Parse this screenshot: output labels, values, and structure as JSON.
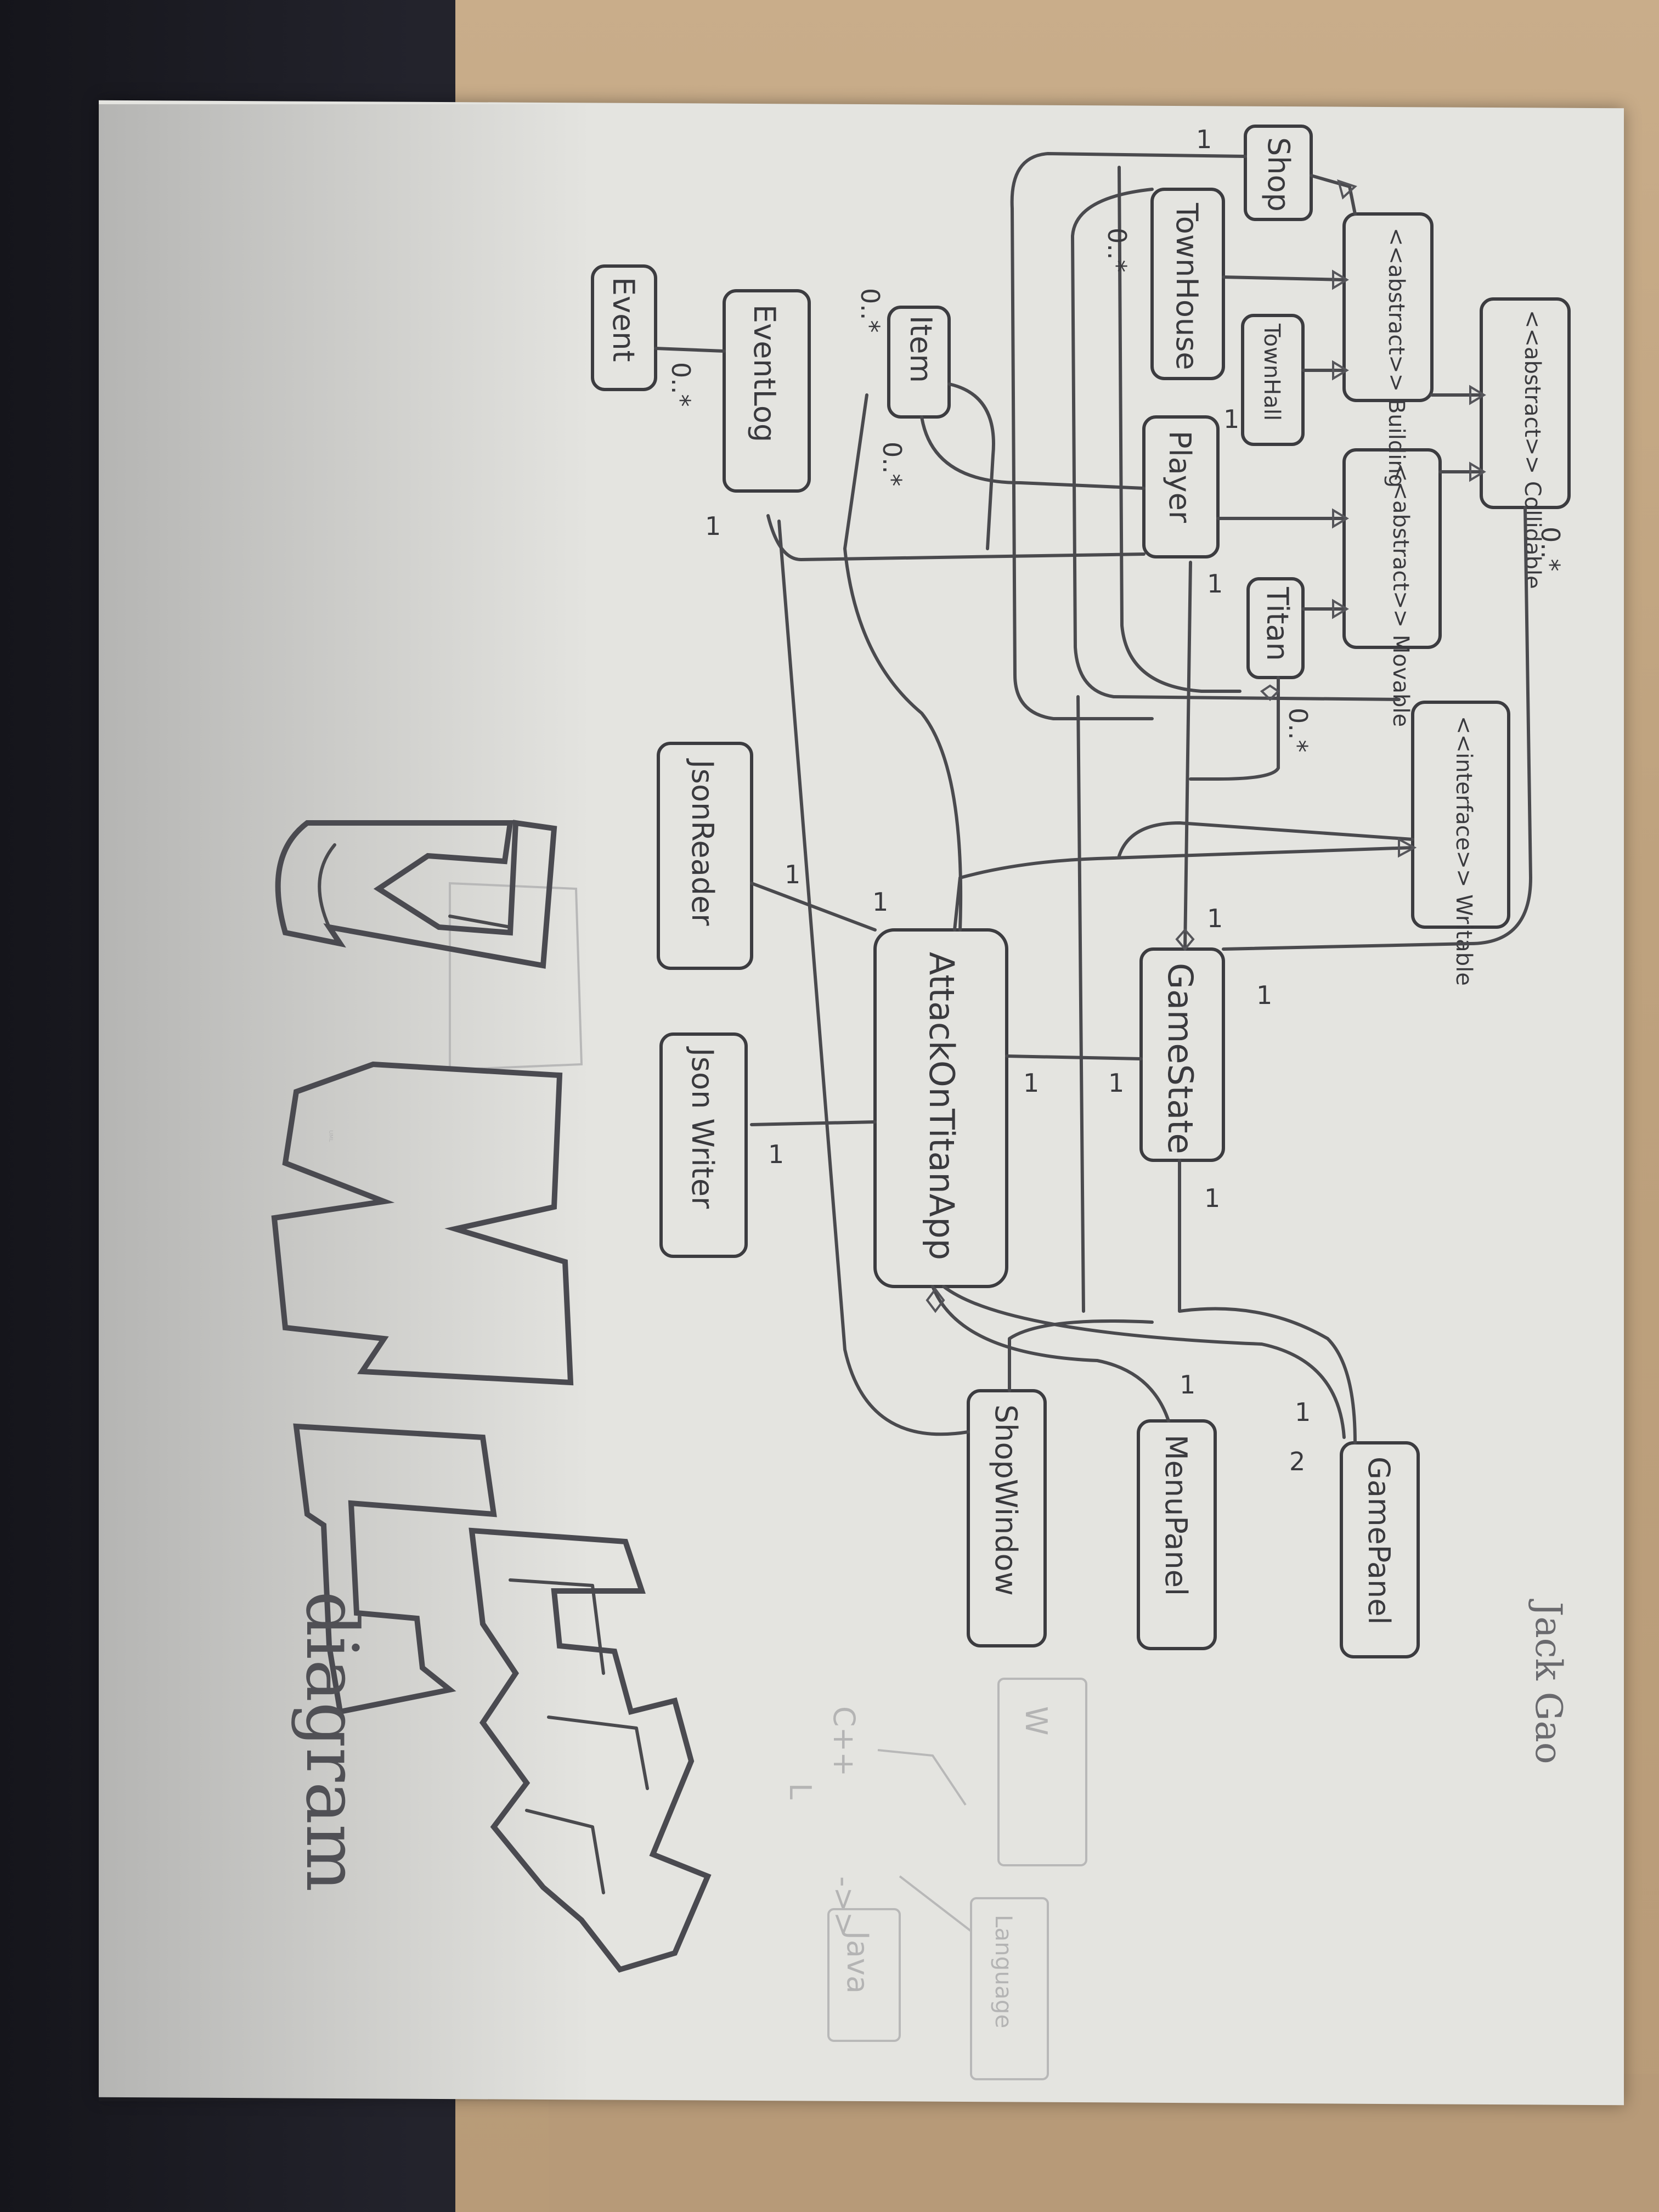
{
  "classes": {
    "shop": "Shop",
    "building": "<<abstract>> Building",
    "collidable": "<<abstract>> Collidable",
    "townhouse": "TownHouse",
    "townhall": "TownHall",
    "item": "Item",
    "eventlog": "EventLog",
    "event": "Event",
    "player": "Player",
    "movable": "<<abstract>> Movable",
    "titan": "Titan",
    "writable": "<<interface>> Writable",
    "jsonreader": "JsonReader",
    "jsonwriter": "Json Writer",
    "app": "AttackOnTitanApp",
    "gamestate": "GameState",
    "shopwindow": "ShopWindow",
    "menupanel": "MenuPanel",
    "gamepanel": "GamePanel"
  },
  "multiplicities": {
    "shop_1": "1",
    "townhouse_many": "0..*",
    "item_many": "0..*",
    "item_many_b": "0..*",
    "event_many": "0..*",
    "eventlog_1": "1",
    "townhall_1": "1",
    "player_1": "1",
    "collidable_many": "0..*",
    "titan_many": "0..*",
    "gamestate_1a": "1",
    "gamestate_1b": "1",
    "gamestate_1c": "1",
    "gamestate_1d": "1",
    "app_1a": "1",
    "app_1b": "1",
    "reader_1": "1",
    "writer_1": "1",
    "menupanel_1": "1",
    "gamepanel_1": "1",
    "gamepanel_2": "2"
  },
  "title": {
    "logo": "UML",
    "sublogo": "diagram"
  },
  "signature": "Jack Gao",
  "faint_sketch": {
    "w": "W",
    "c": "C++",
    "arrow": "->>",
    "java": "Java",
    "language": "Language",
    "l": "L"
  }
}
